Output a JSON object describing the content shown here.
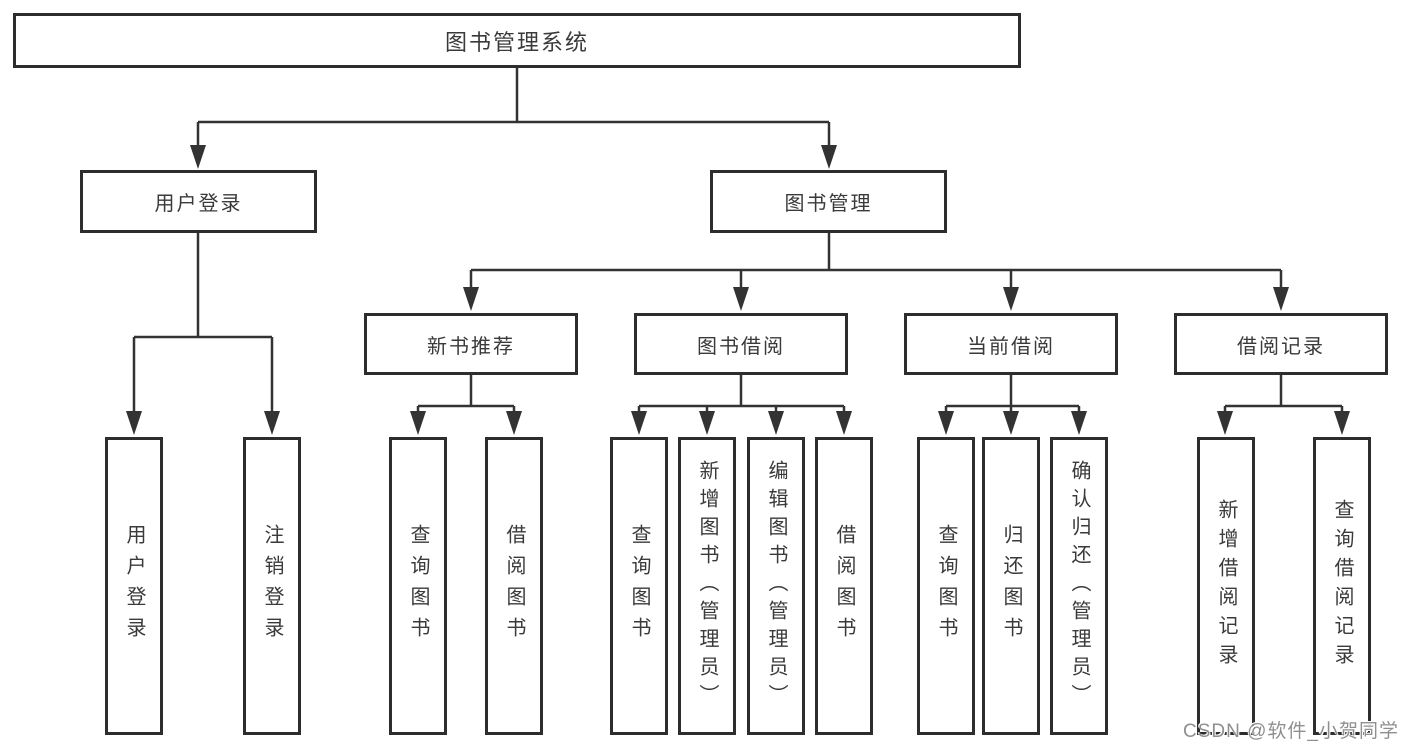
{
  "tree": {
    "label": "图书管理系统",
    "children": [
      {
        "label": "用户登录",
        "children": [
          {
            "label": "用户登录"
          },
          {
            "label": "注销登录"
          }
        ]
      },
      {
        "label": "图书管理",
        "children": [
          {
            "label": "新书推荐",
            "children": [
              {
                "label": "查询图书"
              },
              {
                "label": "借阅图书"
              }
            ]
          },
          {
            "label": "图书借阅",
            "children": [
              {
                "label": "查询图书"
              },
              {
                "label": "新增图书（管理员）"
              },
              {
                "label": "编辑图书（管理员）"
              },
              {
                "label": "借阅图书"
              }
            ]
          },
          {
            "label": "当前借阅",
            "children": [
              {
                "label": "查询图书"
              },
              {
                "label": "归还图书"
              },
              {
                "label": "确认归还（管理员）"
              }
            ]
          },
          {
            "label": "借阅记录",
            "children": [
              {
                "label": "新增借阅记录"
              },
              {
                "label": "查询借阅记录"
              }
            ]
          }
        ]
      }
    ]
  },
  "watermark": "CSDN @软件_小贺同学",
  "colors": {
    "line": "#333333",
    "box_border": "#2d2d2d",
    "text": "#3a3a3a",
    "watermark_text": "#8f8f8f",
    "background": "#ffffff"
  }
}
